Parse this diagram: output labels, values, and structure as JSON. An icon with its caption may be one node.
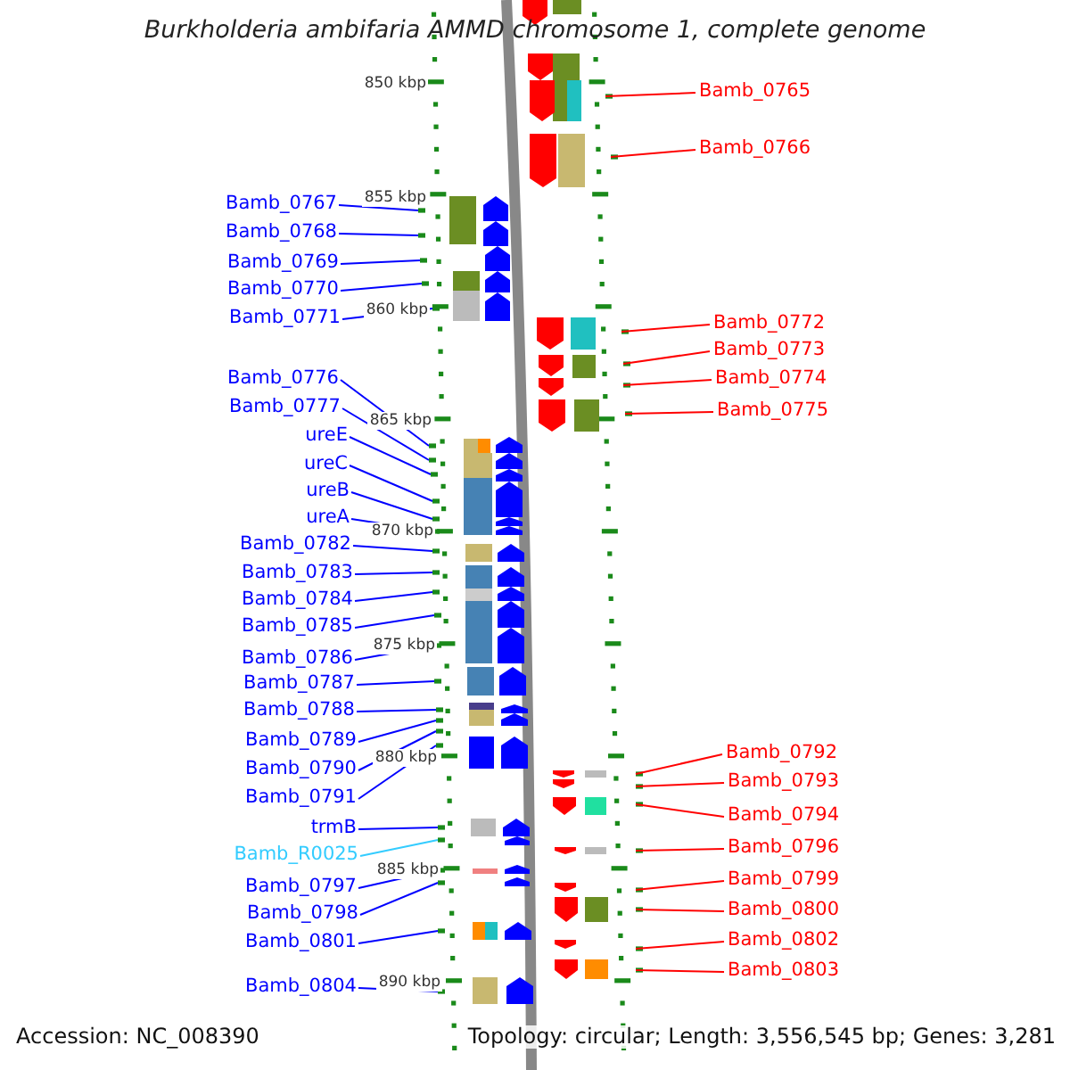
{
  "diagram": {
    "title": "Burkholderia ambifaria AMMD chromosome 1, complete genome",
    "nodes": [
      {
        "text": [
          "Bamb_0765"
        ]
      },
      {
        "text": [
          "Bamb_0766"
        ]
      },
      {
        "text": [
          "Bamb_0767"
        ]
      },
      {
        "text": [
          "Bamb_0768"
        ]
      },
      {
        "text": [
          "Bamb_0769"
        ]
      },
      {
        "text": [
          "Bamb_0770"
        ]
      },
      {
        "text": [
          "Bamb_0771"
        ]
      },
      {
        "text": [
          "Bamb_0772"
        ]
      },
      {
        "text": [
          "Bamb_0773"
        ]
      },
      {
        "text": [
          "Bamb_0776"
        ]
      },
      {
        "text": [
          "Bamb_0774"
        ]
      },
      {
        "text": [
          "Bamb_0777"
        ]
      },
      {
        "text": [
          "Bamb_0775"
        ]
      },
      {
        "text": [
          "ureE"
        ]
      },
      {
        "text": [
          "ureC"
        ]
      },
      {
        "text": [
          "ureB"
        ]
      },
      {
        "text": [
          "ureA"
        ]
      },
      {
        "text": [
          "Bamb_0782"
        ]
      },
      {
        "text": [
          "Bamb_0783"
        ]
      },
      {
        "text": [
          "Bamb_0784"
        ]
      },
      {
        "text": [
          "Bamb_0785"
        ]
      },
      {
        "text": [
          "Bamb_0786"
        ]
      },
      {
        "text": [
          "Bamb_0787"
        ]
      },
      {
        "text": [
          "Bamb_0788"
        ]
      },
      {
        "text": [
          "Bamb_0789"
        ]
      },
      {
        "text": [
          "Bamb_0792"
        ]
      },
      {
        "text": [
          "Bamb_0790"
        ]
      },
      {
        "text": [
          "Bamb_0793"
        ]
      },
      {
        "text": [
          "Bamb_0791"
        ]
      },
      {
        "text": [
          "Bamb_0794"
        ]
      },
      {
        "text": [
          "trmB"
        ]
      },
      {
        "text": [
          "Bamb_0796"
        ]
      },
      {
        "text": [
          "Bamb_R0025"
        ]
      },
      {
        "text": [
          "Bamb_0799"
        ]
      },
      {
        "text": [
          "Bamb_0797"
        ]
      },
      {
        "text": [
          "Bamb_0800"
        ]
      },
      {
        "text": [
          "Bamb_0798"
        ]
      },
      {
        "text": [
          "Bamb_0802"
        ]
      },
      {
        "text": [
          "Bamb_0801"
        ]
      },
      {
        "text": [
          "Bamb_0803"
        ]
      },
      {
        "text": [
          "Bamb_0804"
        ]
      },
      {
        "text": [],
        "shape": "bar"
      },
      {
        "text": [],
        "shape": "bar"
      },
      {
        "text": [],
        "shape": "bar"
      },
      {
        "text": [],
        "shape": "bar"
      },
      {
        "text": [],
        "shape": "bar"
      },
      {
        "text": [],
        "shape": "bar"
      },
      {
        "text": [],
        "shape": "bar"
      },
      {
        "text": [],
        "shape": "bar"
      },
      {
        "text": [],
        "shape": "bar"
      },
      {
        "text": [],
        "shape": "bar"
      },
      {
        "text": [],
        "shape": "bar"
      },
      {
        "text": [],
        "shape": "bar"
      },
      {
        "text": [],
        "shape": "bar"
      },
      {
        "text": [],
        "shape": "bar"
      },
      {
        "text": [],
        "shape": "bar"
      },
      {
        "text": [],
        "shape": "bar"
      },
      {
        "text": [],
        "shape": "bar"
      },
      {
        "text": [],
        "shape": "bar"
      },
      {
        "text": [],
        "shape": "bar"
      },
      {
        "text": [],
        "shape": "bar"
      },
      {
        "text": [],
        "shape": "bar"
      },
      {
        "text": [],
        "shape": "bar"
      },
      {
        "text": [],
        "shape": "bar"
      },
      {
        "text": [],
        "shape": "bar"
      },
      {
        "text": [],
        "shape": "bar"
      },
      {
        "text": [],
        "shape": "bar"
      },
      {
        "text": [],
        "shape": "bar"
      },
      {
        "text": [],
        "shape": "bar"
      },
      {
        "text": [],
        "shape": "bar"
      },
      {
        "text": [],
        "shape": "bar"
      },
      {
        "text": [],
        "shape": "bar"
      },
      {
        "text": [],
        "shape": "bar"
      },
      {
        "text": [],
        "shape": "bar"
      },
      {
        "text": [],
        "shape": "bar"
      },
      {
        "text": [],
        "shape": "bar"
      },
      {
        "text": [],
        "shape": "bar"
      },
      {
        "text": [],
        "shape": "bar"
      },
      {
        "text": [],
        "shape": "bar"
      },
      {
        "text": [],
        "shape": "bar"
      },
      {
        "text": [],
        "shape": "bar"
      },
      {
        "text": [],
        "shape": "bar"
      }
    ],
    "edges": [
      {
        "from": 0,
        "to": 41,
        "arrow": "none",
        "color": "#ff0000"
      },
      {
        "from": 1,
        "to": 42,
        "arrow": "none",
        "color": "#ff0000"
      },
      {
        "from": 2,
        "to": 43,
        "arrow": "none"
      },
      {
        "from": 3,
        "to": 44,
        "arrow": "none"
      },
      {
        "from": 4,
        "to": 45,
        "arrow": "none"
      },
      {
        "from": 5,
        "to": 46,
        "arrow": "none"
      },
      {
        "from": 6,
        "to": 47,
        "arrow": "none"
      },
      {
        "from": 7,
        "to": 48,
        "arrow": "none",
        "color": "#ff0000"
      },
      {
        "from": 8,
        "to": 49,
        "arrow": "none",
        "color": "#ff0000"
      },
      {
        "from": 9,
        "to": 50,
        "arrow": "none"
      },
      {
        "from": 10,
        "to": 51,
        "arrow": "none",
        "color": "#ff0000"
      },
      {
        "from": 11,
        "to": 52,
        "arrow": "none"
      },
      {
        "from": 12,
        "to": 53,
        "arrow": "none",
        "color": "#ff0000"
      },
      {
        "from": 13,
        "to": 54,
        "arrow": "none"
      },
      {
        "from": 14,
        "to": 55,
        "arrow": "none"
      },
      {
        "from": 15,
        "to": 56,
        "arrow": "none"
      },
      {
        "from": 16,
        "to": 57,
        "arrow": "none"
      },
      {
        "from": 17,
        "to": 58,
        "arrow": "none"
      },
      {
        "from": 18,
        "to": 59,
        "arrow": "none"
      },
      {
        "from": 19,
        "to": 60,
        "arrow": "none"
      },
      {
        "from": 20,
        "to": 61,
        "arrow": "none"
      },
      {
        "from": 21,
        "to": 62,
        "arrow": "none"
      },
      {
        "from": 22,
        "to": 63,
        "arrow": "none"
      },
      {
        "from": 23,
        "to": 64,
        "arrow": "none"
      },
      {
        "from": 24,
        "to": 65,
        "arrow": "none"
      },
      {
        "from": 25,
        "to": 66,
        "arrow": "none",
        "color": "#ff0000"
      },
      {
        "from": 26,
        "to": 67,
        "arrow": "none"
      },
      {
        "from": 27,
        "to": 68,
        "arrow": "none",
        "color": "#ff0000"
      },
      {
        "from": 28,
        "to": 69,
        "arrow": "none"
      },
      {
        "from": 29,
        "to": 70,
        "arrow": "none",
        "color": "#ff0000"
      },
      {
        "from": 30,
        "to": 71,
        "arrow": "none"
      },
      {
        "from": 31,
        "to": 72,
        "arrow": "none",
        "color": "#ff0000"
      },
      {
        "from": 32,
        "to": 73,
        "arrow": "none",
        "color": "#33ccff"
      },
      {
        "from": 33,
        "to": 74,
        "arrow": "none",
        "color": "#ff0000"
      },
      {
        "from": 34,
        "to": 75,
        "arrow": "none"
      },
      {
        "from": 35,
        "to": 76,
        "arrow": "none",
        "color": "#ff0000"
      },
      {
        "from": 36,
        "to": 77,
        "arrow": "none"
      },
      {
        "from": 37,
        "to": 78,
        "arrow": "none",
        "color": "#ff0000"
      },
      {
        "from": 38,
        "to": 79,
        "arrow": "none"
      },
      {
        "from": 39,
        "to": 80,
        "arrow": "none",
        "color": "#ff0000"
      },
      {
        "from": 40,
        "to": 81,
        "arrow": "none"
      }
    ],
    "labels": [
      "850 kbp",
      "855 kbp",
      "860 kbp",
      "865 kbp",
      "870 kbp",
      "875 kbp",
      "880 kbp",
      "885 kbp",
      "890 kbp",
      "Accession: NC_008390",
      "Topology: circular; Length: 3,556,545 bp; Genes: 3,281"
    ]
  }
}
